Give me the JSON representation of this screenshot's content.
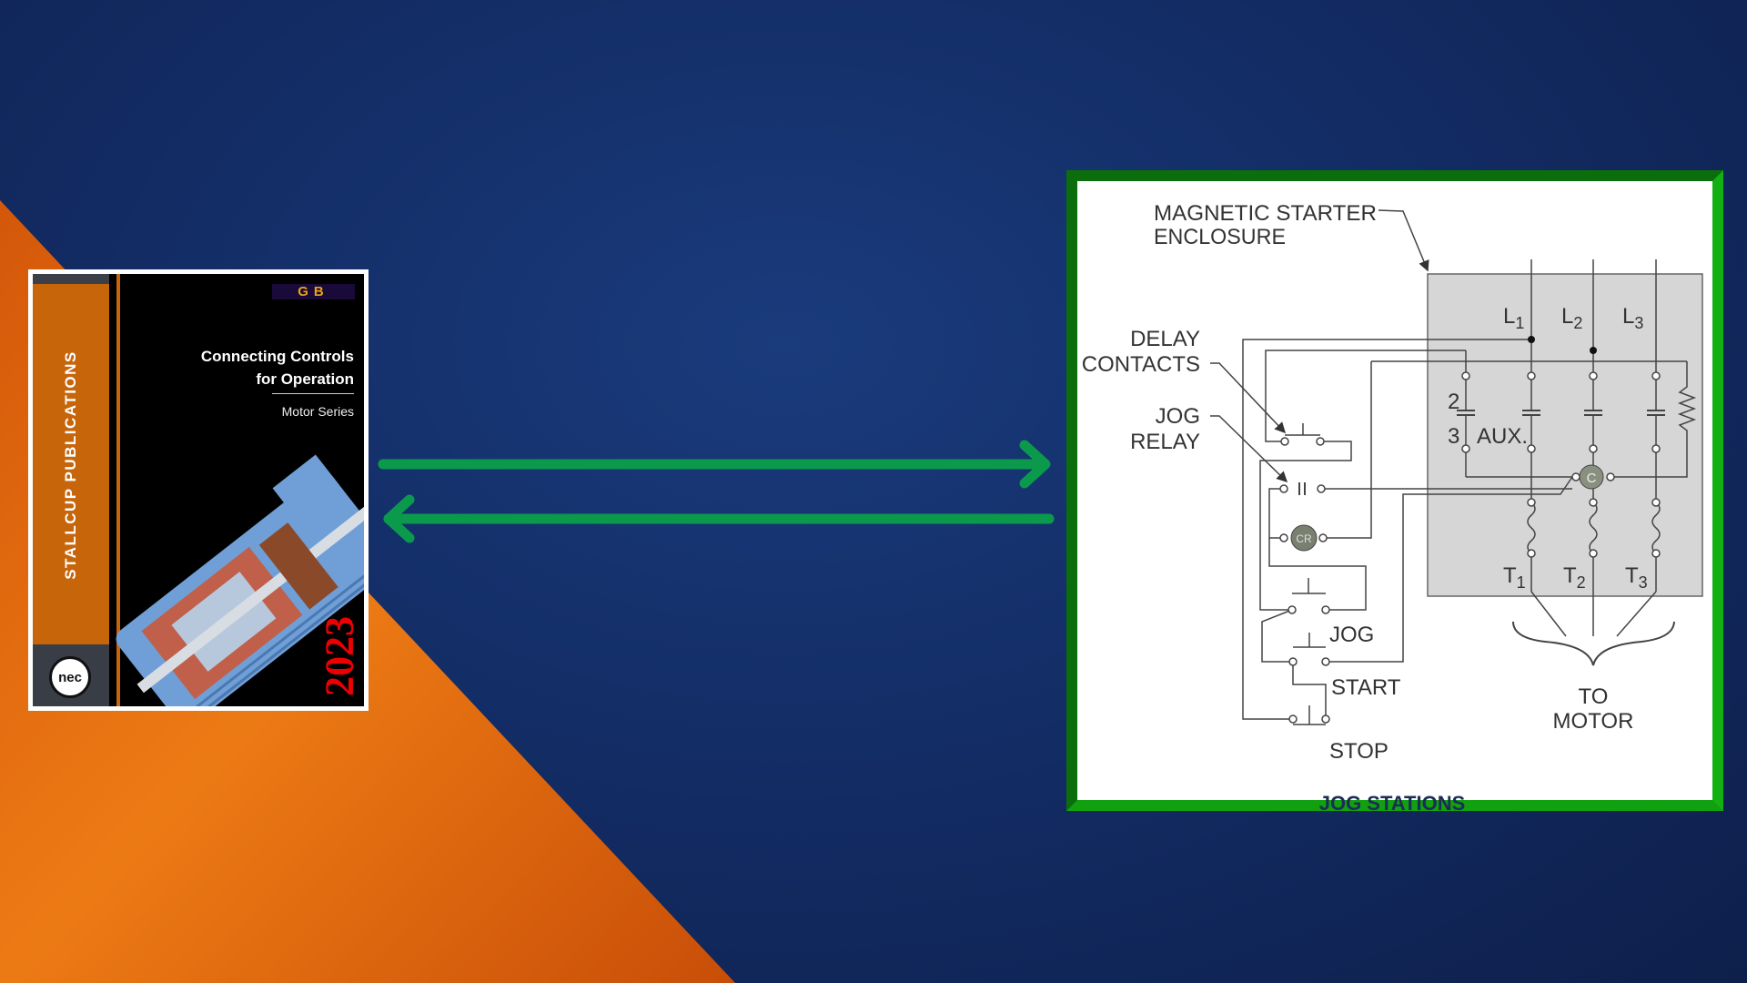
{
  "book": {
    "publisher": "STALLCUP PUBLICATIONS",
    "logo_text": "GB",
    "title_line1": "Connecting Controls",
    "title_line2": "for Operation",
    "series": "Motor Series",
    "year": "2023",
    "badge": "nec"
  },
  "arrows": {
    "color": "#0b9a4c",
    "directions": [
      "right",
      "left"
    ]
  },
  "diagram": {
    "frame_color": "#0b7d0b",
    "enclosure_label_1": "MAGNETIC STARTER",
    "enclosure_label_2": "ENCLOSURE",
    "delay_1": "DELAY",
    "delay_2": "CONTACTS",
    "jog_relay_1": "JOG",
    "jog_relay_2": "RELAY",
    "lines": [
      "L",
      "L",
      "L"
    ],
    "line_subs": [
      "1",
      "2",
      "3"
    ],
    "terminals": [
      "T",
      "T",
      "T"
    ],
    "terminal_subs": [
      "1",
      "2",
      "3"
    ],
    "aux_2": "2",
    "aux_3": "3",
    "aux": "AUX.",
    "coil_c": "C",
    "coil_cr": "CR",
    "jog": "JOG",
    "start": "START",
    "stop": "STOP",
    "to": "TO",
    "motor": "MOTOR",
    "caption": "JOG STATIONS"
  }
}
